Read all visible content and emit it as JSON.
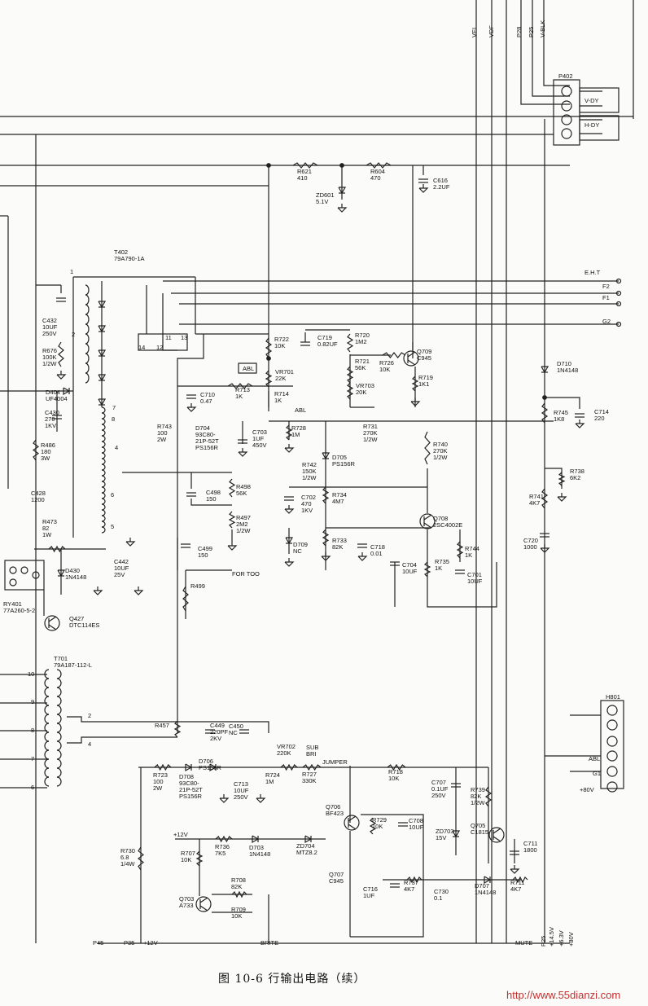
{
  "caption": "图 10-6   行输出电路（续）",
  "watermark": "http://www.55dianzi.com",
  "labels": [
    {
      "id": "top-vei",
      "text": "VEI"
    },
    {
      "id": "top-vdf",
      "text": "VDF"
    },
    {
      "id": "top-p28",
      "text": "P28"
    },
    {
      "id": "top-p25",
      "text": "P25"
    },
    {
      "id": "top-vblk",
      "text": "V-BLK"
    },
    {
      "id": "p402",
      "text": "P402"
    },
    {
      "id": "vdy",
      "text": "V-DY"
    },
    {
      "id": "hdy",
      "text": "H-DY"
    },
    {
      "id": "r621",
      "text": "R621\n410"
    },
    {
      "id": "r604",
      "text": "R604\n470"
    },
    {
      "id": "c616",
      "text": "C616\n2.2UF"
    },
    {
      "id": "zd601",
      "text": "ZD601\n5.1V"
    },
    {
      "id": "t402",
      "text": "T402\n79A790-1A"
    },
    {
      "id": "eht",
      "text": "E.H.T"
    },
    {
      "id": "f2",
      "text": "F2"
    },
    {
      "id": "f1",
      "text": "F1"
    },
    {
      "id": "g2",
      "text": "G2"
    },
    {
      "id": "c432",
      "text": "C432\n10UF\n250V"
    },
    {
      "id": "r676",
      "text": "R676\n100K\n1/2W"
    },
    {
      "id": "r722",
      "text": "R722\n10K"
    },
    {
      "id": "c719",
      "text": "C719\n0.82UF"
    },
    {
      "id": "r720",
      "text": "R720\n1M2"
    },
    {
      "id": "q709",
      "text": "Q709\nC945"
    },
    {
      "id": "r721",
      "text": "R721\n56K"
    },
    {
      "id": "r726",
      "text": "R726\n10K"
    },
    {
      "id": "abl-box",
      "text": "ABL"
    },
    {
      "id": "vr701",
      "text": "VR701\n22K"
    },
    {
      "id": "vr703",
      "text": "VR703\n20K"
    },
    {
      "id": "r719",
      "text": "R719\n1K1"
    },
    {
      "id": "d710",
      "text": "D710\n1N4148"
    },
    {
      "id": "d404",
      "text": "D404\nUF4004"
    },
    {
      "id": "c710",
      "text": "C710\n0.47"
    },
    {
      "id": "r713",
      "text": "R713\n1K"
    },
    {
      "id": "r714",
      "text": "R714\n1K"
    },
    {
      "id": "abl2",
      "text": "ABL"
    },
    {
      "id": "c430",
      "text": "C430\n270\n1KV"
    },
    {
      "id": "r743",
      "text": "R743\n100\n2W"
    },
    {
      "id": "d704",
      "text": "D704\n93C80-\n21P-52T\nPS156R"
    },
    {
      "id": "c703",
      "text": "C703\n1UF\n450V"
    },
    {
      "id": "r728",
      "text": "R728\n1M"
    },
    {
      "id": "r731",
      "text": "R731\n270K\n1/2W"
    },
    {
      "id": "r745",
      "text": "R745\n1K8"
    },
    {
      "id": "c714",
      "text": "C714\n220"
    },
    {
      "id": "r486",
      "text": "R486\n180\n3W"
    },
    {
      "id": "d705",
      "text": "D705\nPS156R"
    },
    {
      "id": "r740",
      "text": "R740\n270K\n1/2W"
    },
    {
      "id": "r742",
      "text": "R742\n150K\n1/2W"
    },
    {
      "id": "r738",
      "text": "R738\n6K2"
    },
    {
      "id": "c428",
      "text": "C428\n1200"
    },
    {
      "id": "c498",
      "text": "C498\n150"
    },
    {
      "id": "r498",
      "text": "R498\n56K"
    },
    {
      "id": "c702",
      "text": "C702\n470\n1KV"
    },
    {
      "id": "r734",
      "text": "R734\n4M7"
    },
    {
      "id": "r741",
      "text": "R741\n4K7"
    },
    {
      "id": "r473",
      "text": "R473\n82\n1W"
    },
    {
      "id": "r497",
      "text": "R497\n2M2\n1/2W"
    },
    {
      "id": "q708",
      "text": "Q708\n2SC4002E"
    },
    {
      "id": "c720",
      "text": "C720\n1000"
    },
    {
      "id": "d709",
      "text": "D709\nNC"
    },
    {
      "id": "r733",
      "text": "R733\n82K"
    },
    {
      "id": "c718",
      "text": "C718\n0.01"
    },
    {
      "id": "r744",
      "text": "R744\n1K"
    },
    {
      "id": "c499",
      "text": "C499\n150"
    },
    {
      "id": "d430",
      "text": "D430\n1N4148"
    },
    {
      "id": "c442",
      "text": "C442\n10UF\n25V"
    },
    {
      "id": "c704",
      "text": "C704\n10UF"
    },
    {
      "id": "r735",
      "text": "R735\n1K"
    },
    {
      "id": "c701",
      "text": "C701\n10UF"
    },
    {
      "id": "for-too",
      "text": "FOR TOO"
    },
    {
      "id": "r499",
      "text": "R499"
    },
    {
      "id": "ry401",
      "text": "RY401\n77A260-5-2"
    },
    {
      "id": "q427",
      "text": "Q427\nDTC114ES"
    },
    {
      "id": "t701",
      "text": "T701\n79A187-112-L"
    },
    {
      "id": "pin10",
      "text": "10"
    },
    {
      "id": "pin9",
      "text": "9"
    },
    {
      "id": "pin8",
      "text": "8"
    },
    {
      "id": "pin7",
      "text": "7"
    },
    {
      "id": "pin6",
      "text": "6"
    },
    {
      "id": "pin2",
      "text": "2"
    },
    {
      "id": "pin4",
      "text": "4"
    },
    {
      "id": "h801",
      "text": "H801"
    },
    {
      "id": "r457",
      "text": "R457"
    },
    {
      "id": "c449",
      "text": "C449\n220PF\n2KV"
    },
    {
      "id": "c450",
      "text": "C450\nNC"
    },
    {
      "id": "d706",
      "text": "D706\nPS156R"
    },
    {
      "id": "vr702",
      "text": "VR702\n220K"
    },
    {
      "id": "sub-bri",
      "text": "SUB\nBRI"
    },
    {
      "id": "jumper",
      "text": "JUMPER"
    },
    {
      "id": "r723",
      "text": "R723\n100\n2W"
    },
    {
      "id": "d708",
      "text": "D708\n93C80-\n21P-52T\nPS156R"
    },
    {
      "id": "c713",
      "text": "C713\n10UF\n250V"
    },
    {
      "id": "r724",
      "text": "R724\n1M"
    },
    {
      "id": "r727",
      "text": "R727\n330K"
    },
    {
      "id": "r718",
      "text": "R718\n10K"
    },
    {
      "id": "c707",
      "text": "C707\n0.1UF\n250V"
    },
    {
      "id": "r739",
      "text": "R739\n82K\n1/2W"
    },
    {
      "id": "abl3",
      "text": "ABL"
    },
    {
      "id": "g1",
      "text": "G1"
    },
    {
      "id": "plus80",
      "text": "+80V"
    },
    {
      "id": "q706",
      "text": "Q706\nBF423"
    },
    {
      "id": "r729",
      "text": "R729\n10K"
    },
    {
      "id": "c708",
      "text": "C708\n10UF"
    },
    {
      "id": "zd703",
      "text": "ZD703\n15V"
    },
    {
      "id": "q705",
      "text": "Q705\nC1815"
    },
    {
      "id": "c711",
      "text": "C711\n1800"
    },
    {
      "id": "r730",
      "text": "R730\n6.8\n1/4W"
    },
    {
      "id": "plus12",
      "text": "+12V"
    },
    {
      "id": "r736",
      "text": "R736\n7K5"
    },
    {
      "id": "d703",
      "text": "D703\n1N4148"
    },
    {
      "id": "zd704",
      "text": "ZD704\nMTZ8.2"
    },
    {
      "id": "r707",
      "text": "R707\n10K"
    },
    {
      "id": "r708",
      "text": "R708\n82K"
    },
    {
      "id": "q707",
      "text": "Q707\nC945"
    },
    {
      "id": "c716",
      "text": "C716\n1UF"
    },
    {
      "id": "r737",
      "text": "R737\n4K7"
    },
    {
      "id": "c730",
      "text": "C730\n0.1"
    },
    {
      "id": "d707",
      "text": "D707\n1N4148"
    },
    {
      "id": "r711",
      "text": "R711\n4K7"
    },
    {
      "id": "q703",
      "text": "Q703\nA733"
    },
    {
      "id": "r709",
      "text": "R709\n10K"
    },
    {
      "id": "p45",
      "text": "P45"
    },
    {
      "id": "p35",
      "text": "P35"
    },
    {
      "id": "b12v",
      "text": "+12V"
    },
    {
      "id": "brite",
      "text": "BRITE"
    },
    {
      "id": "mute",
      "text": "MUTE"
    },
    {
      "id": "bp25",
      "text": "P25"
    },
    {
      "id": "b145",
      "text": "+14.5V"
    },
    {
      "id": "b63",
      "text": "+6.3V"
    },
    {
      "id": "b80",
      "text": "+80V"
    },
    {
      "id": "n1",
      "text": "1"
    },
    {
      "id": "n2",
      "text": "2"
    },
    {
      "id": "n7",
      "text": "7"
    },
    {
      "id": "n8",
      "text": "8"
    },
    {
      "id": "n4",
      "text": "4"
    },
    {
      "id": "n6",
      "text": "6"
    },
    {
      "id": "n5",
      "text": "5"
    },
    {
      "id": "n14",
      "text": "14"
    },
    {
      "id": "n12",
      "text": "12"
    },
    {
      "id": "n11",
      "text": "11"
    },
    {
      "id": "n13",
      "text": "13"
    }
  ]
}
